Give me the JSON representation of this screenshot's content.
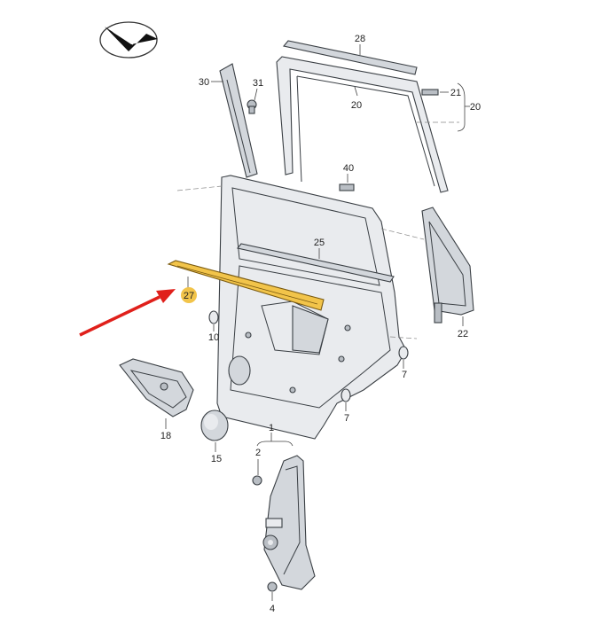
{
  "labels": {
    "p28": "28",
    "p30": "30",
    "p31": "31",
    "p20a": "20",
    "p21": "21",
    "p20b": "20",
    "p40": "40",
    "p25": "25",
    "p27": "27",
    "p22": "22",
    "p10": "10",
    "p7a": "7",
    "p7b": "7",
    "p18": "18",
    "p15": "15",
    "p1": "1",
    "p2": "2",
    "p4": "4"
  },
  "colors": {
    "highlight": "#f2c44a",
    "arrow": "#e0201b"
  },
  "icons": {
    "logo": "parts-catalog-logo",
    "pointer": "red-arrow-icon"
  }
}
